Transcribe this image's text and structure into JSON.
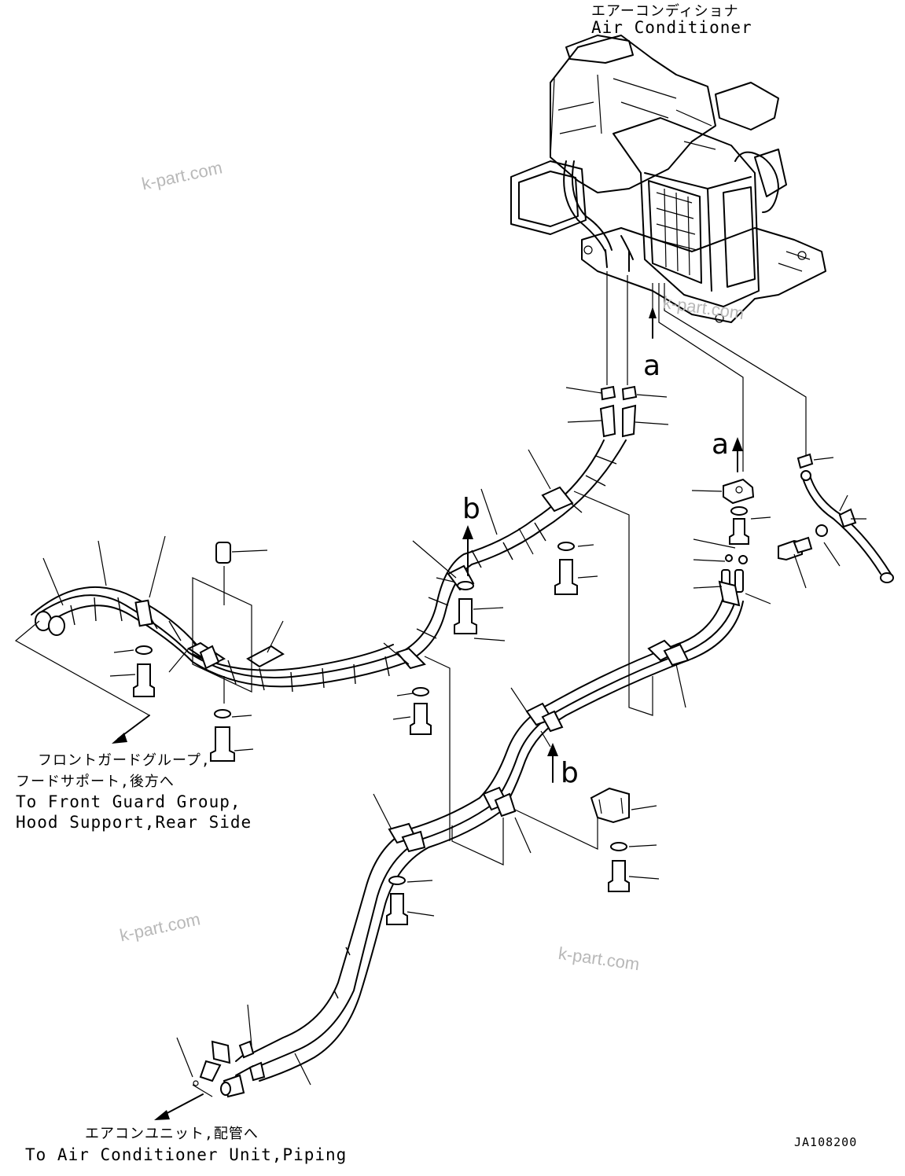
{
  "labels": {
    "ac_jp": "エアーコンディショナ",
    "ac_en": "Air Conditioner",
    "front_jp1": "フロントガードグループ,",
    "front_jp2": "フードサポート,後方へ",
    "front_en1": "To Front Guard Group,",
    "front_en2": "Hood Support,Rear Side",
    "unit_jp": "エアコンユニット,配管へ",
    "unit_en": "To Air Conditioner Unit,Piping"
  },
  "refs": {
    "a": "a",
    "b": "b"
  },
  "drawing_code": "JA108200",
  "watermark": "k-part.com"
}
